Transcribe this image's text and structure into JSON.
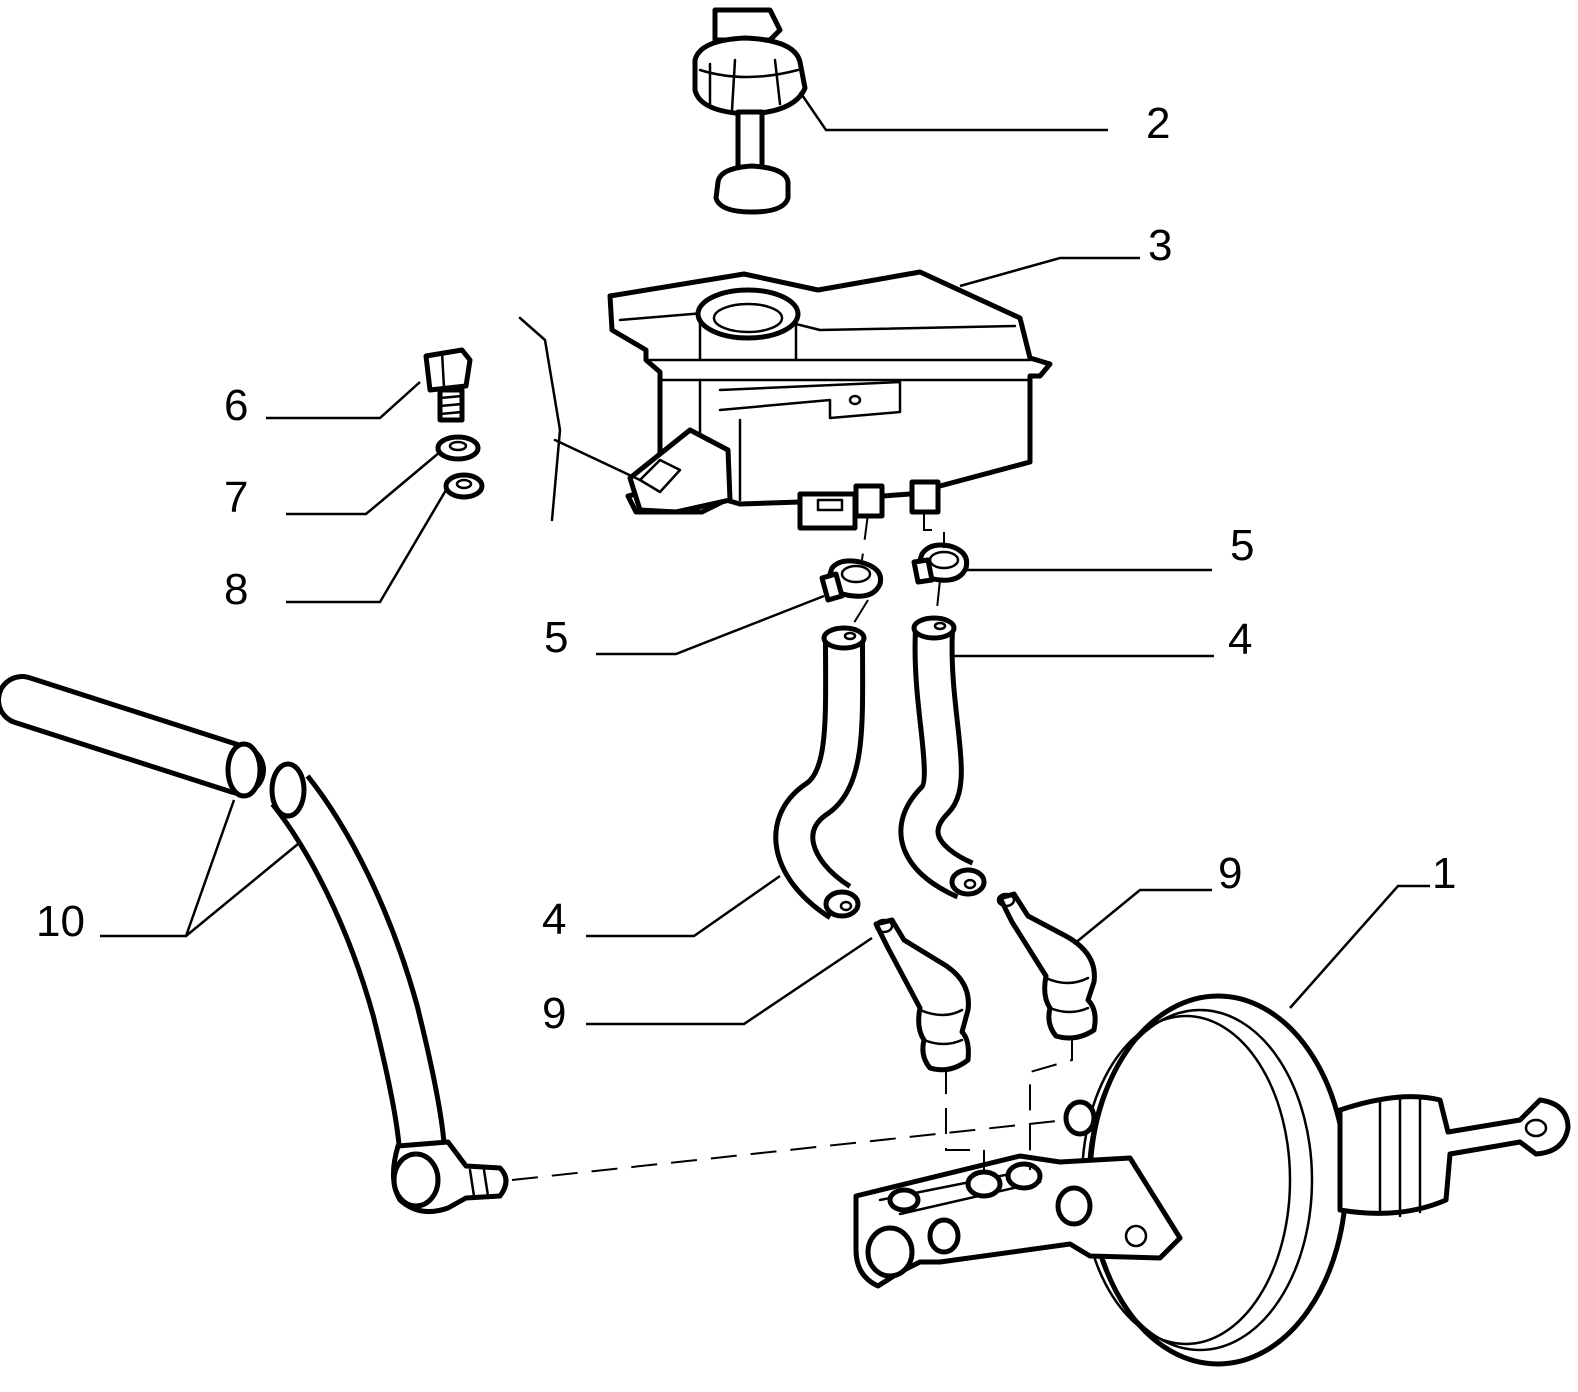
{
  "diagram": {
    "callouts": [
      {
        "id": "c1",
        "text": "1"
      },
      {
        "id": "c2",
        "text": "2"
      },
      {
        "id": "c3",
        "text": "3"
      },
      {
        "id": "c4a",
        "text": "4"
      },
      {
        "id": "c4b",
        "text": "4"
      },
      {
        "id": "c5a",
        "text": "5"
      },
      {
        "id": "c5b",
        "text": "5"
      },
      {
        "id": "c6",
        "text": "6"
      },
      {
        "id": "c7",
        "text": "7"
      },
      {
        "id": "c8",
        "text": "8"
      },
      {
        "id": "c9a",
        "text": "9"
      },
      {
        "id": "c9b",
        "text": "9"
      },
      {
        "id": "c10",
        "text": "10"
      }
    ],
    "line_color": "#000000",
    "background_color": "#ffffff"
  }
}
